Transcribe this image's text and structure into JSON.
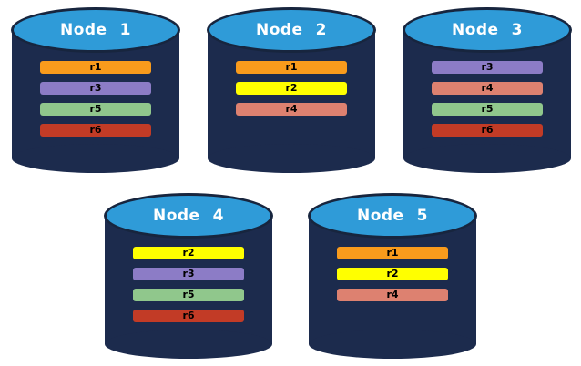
{
  "background_color": "#ffffff",
  "cylinder_style": {
    "body_color": "#1c2b4d",
    "top_fill_color": "#2f9bd8",
    "top_border_color": "#17253e",
    "title_text_color": "#ffffff",
    "bar_text_color": "#000000"
  },
  "replica_colors": {
    "r1": "#f99b1c",
    "r2": "#ffff00",
    "r3": "#8c7cc6",
    "r4": "#dd8170",
    "r5": "#90c78c",
    "r6": "#c23b26"
  },
  "nodes": [
    {
      "title": "Node 1",
      "replicas": [
        {
          "label": "r1"
        },
        {
          "label": "r3"
        },
        {
          "label": "r5"
        },
        {
          "label": "r6"
        }
      ]
    },
    {
      "title": "Node 2",
      "replicas": [
        {
          "label": "r1"
        },
        {
          "label": "r2"
        },
        {
          "label": "r4"
        }
      ]
    },
    {
      "title": "Node 3",
      "replicas": [
        {
          "label": "r3"
        },
        {
          "label": "r4"
        },
        {
          "label": "r5"
        },
        {
          "label": "r6"
        }
      ]
    },
    {
      "title": "Node 4",
      "replicas": [
        {
          "label": "r2"
        },
        {
          "label": "r3"
        },
        {
          "label": "r5"
        },
        {
          "label": "r6"
        }
      ]
    },
    {
      "title": "Node 5",
      "replicas": [
        {
          "label": "r1"
        },
        {
          "label": "r2"
        },
        {
          "label": "r4"
        }
      ]
    }
  ],
  "layout": {
    "rows": [
      [
        0,
        1,
        2
      ],
      [
        3,
        4
      ]
    ]
  }
}
